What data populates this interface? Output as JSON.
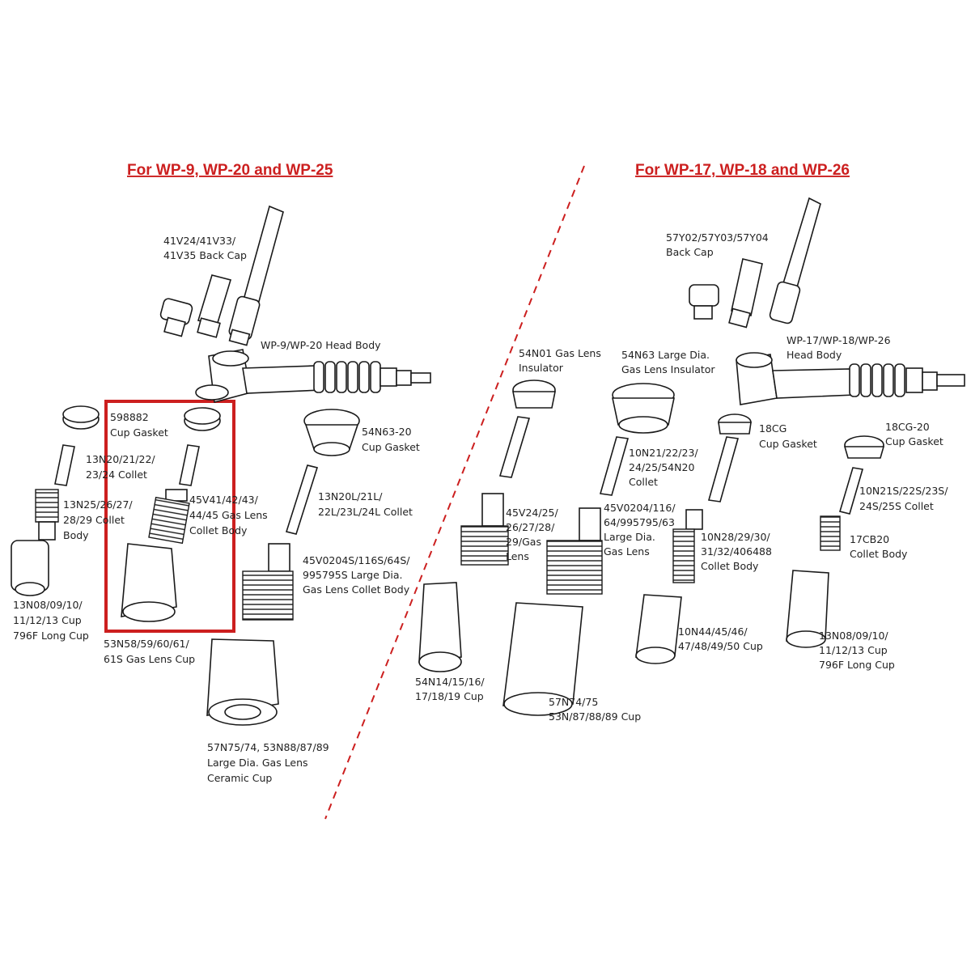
{
  "colors": {
    "accent": "#cc1f1f",
    "ink": "#1a1a1a",
    "shade": "#d9d9d9"
  },
  "headings": {
    "left": "For  WP-9, WP-20 and WP-25",
    "right": "For  WP-17, WP-18 and WP-26"
  },
  "left_labels": {
    "back_cap": [
      "41V24/41V33/",
      "41V35 Back Cap"
    ],
    "head_body": [
      "WP-9/WP-20 Head Body"
    ],
    "cup_gasket_598882": [
      "598882",
      "Cup Gasket"
    ],
    "collet_13n20": [
      "13N20/21/22/",
      "23/24 Collet"
    ],
    "collet_body_13n25": [
      "13N25/26/27/",
      "28/29 Collet",
      "Body"
    ],
    "gas_lens_collet_body": [
      "45V41/42/43/",
      "44/45 Gas Lens",
      "Collet Body"
    ],
    "cup_gasket_54n63": [
      "54N63-20",
      "Cup Gasket"
    ],
    "collet_13n20l": [
      "13N20L/21L/",
      "22L/23L/24L Collet"
    ],
    "cup_13n08": [
      "13N08/09/10/",
      "11/12/13 Cup",
      "796F Long  Cup"
    ],
    "gas_lens_cup_53n58": [
      "53N58/59/60/61/",
      "61S  Gas Lens  Cup"
    ],
    "large_dia_collet_body": [
      "45V0204S/116S/64S/",
      "995795S Large Dia.",
      "Gas Lens Collet Body"
    ],
    "ceramic_cup": [
      "57N75/74, 53N88/87/89",
      "Large Dia. Gas Lens",
      "Ceramic Cup"
    ]
  },
  "right_labels": {
    "back_cap": [
      "57Y02/57Y03/57Y04",
      "Back Cap"
    ],
    "head_body": [
      "WP-17/WP-18/WP-26",
      "Head Body"
    ],
    "insulator_54n01": [
      "54N01 Gas Lens",
      "Insulator"
    ],
    "insulator_54n63": [
      "54N63 Large Dia.",
      "Gas Lens Insulator"
    ],
    "cup_gasket_18cg": [
      "18CG",
      "Cup Gasket"
    ],
    "cup_gasket_18cg20": [
      "18CG-20",
      "Cup Gasket"
    ],
    "collet_10n21": [
      "10N21/22/23/",
      "24/25/54N20",
      "Collet"
    ],
    "collet_10n21s": [
      "10N21S/22S/23S/",
      "24S/25S Collet"
    ],
    "gas_lens_45v24": [
      "45V24/25/",
      "26/27/28/",
      "29/Gas",
      "Lens"
    ],
    "large_dia_45v0204": [
      "45V0204/116/",
      "64/995795/63",
      "Large Dia.",
      "Gas Lens"
    ],
    "collet_body_10n28": [
      "10N28/29/30/",
      "31/32/406488",
      "Collet Body"
    ],
    "collet_body_17cb20": [
      "17CB20",
      "Collet Body"
    ],
    "cup_10n44": [
      "10N44/45/46/",
      "47/48/49/50 Cup"
    ],
    "cup_13n08": [
      "13N08/09/10/",
      "11/12/13 Cup",
      "796F Long  Cup"
    ],
    "cup_54n14": [
      "54N14/15/16/",
      "17/18/19 Cup"
    ],
    "cup_57n74": [
      "57N74/75",
      "53N/87/88/89 Cup"
    ]
  }
}
